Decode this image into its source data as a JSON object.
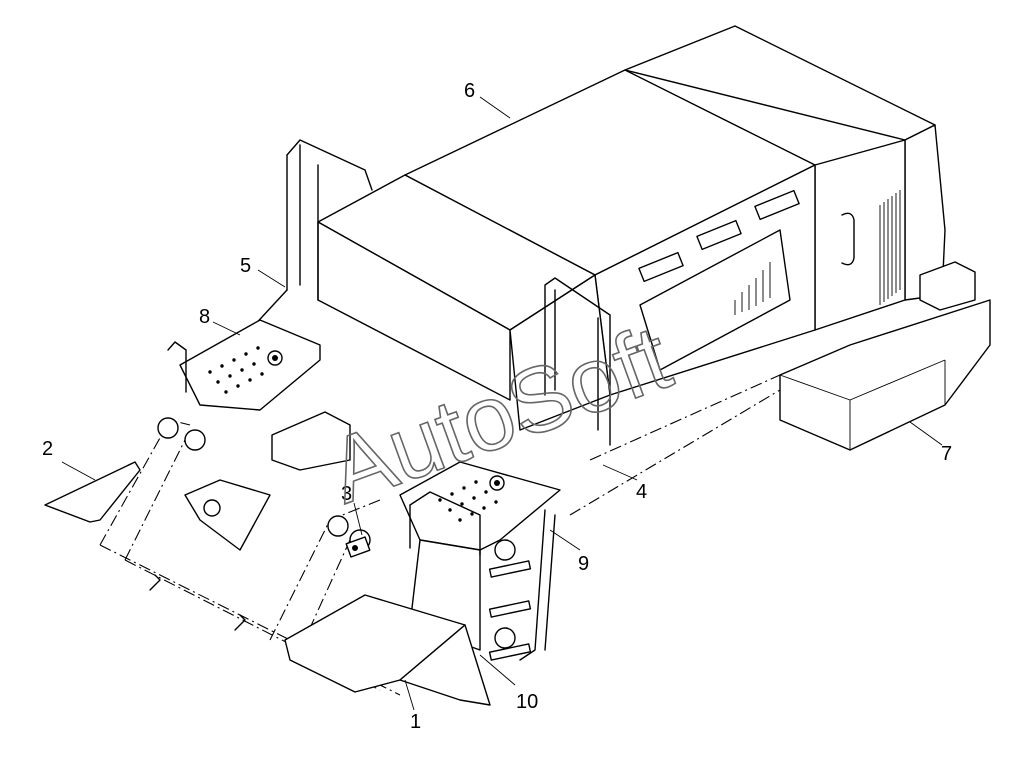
{
  "watermark": "AutoSoft",
  "callouts": [
    "1",
    "2",
    "3",
    "4",
    "5",
    "6",
    "7",
    "8",
    "9",
    "10"
  ]
}
